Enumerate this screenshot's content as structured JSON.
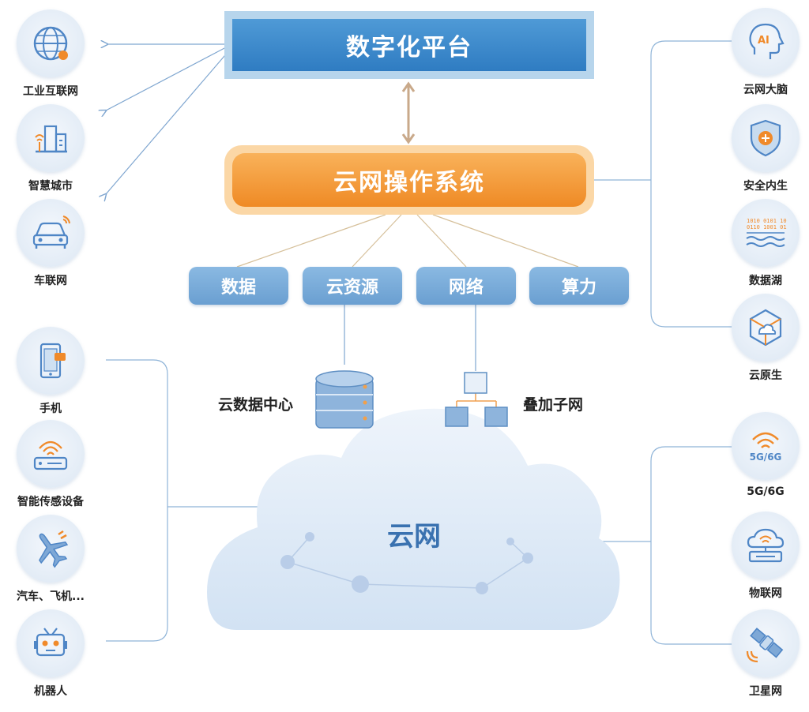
{
  "platform": {
    "title": "数字化平台"
  },
  "os": {
    "title": "云网操作系统"
  },
  "resources": [
    "数据",
    "云资源",
    "网络",
    "算力"
  ],
  "center": {
    "datacenter_label": "云数据中心",
    "overlay_label": "叠加子网",
    "cloud_label": "云网"
  },
  "left_top_nodes": [
    {
      "label": "工业互联网",
      "icon": "globe-icon"
    },
    {
      "label": "智慧城市",
      "icon": "city-icon"
    },
    {
      "label": "车联网",
      "icon": "car-icon"
    }
  ],
  "left_bottom_nodes": [
    {
      "label": "手机",
      "icon": "phone-icon"
    },
    {
      "label": "智能传感设备",
      "icon": "router-icon"
    },
    {
      "label": "汽车、飞机...",
      "icon": "airplane-icon"
    },
    {
      "label": "机器人",
      "icon": "robot-icon"
    }
  ],
  "right_top_nodes": [
    {
      "label": "云网大脑",
      "icon": "ai-head-icon",
      "badge": "AI"
    },
    {
      "label": "安全内生",
      "icon": "shield-icon"
    },
    {
      "label": "数据湖",
      "icon": "data-lake-icon"
    },
    {
      "label": "云原生",
      "icon": "cloud-native-icon"
    }
  ],
  "right_bottom_nodes": [
    {
      "label": "5G/6G",
      "icon": "wifi-5g-icon",
      "badge": "5G/6G"
    },
    {
      "label": "物联网",
      "icon": "iot-icon"
    },
    {
      "label": "卫星网",
      "icon": "satellite-icon"
    }
  ],
  "colors": {
    "platform_blue": "#2f7cc2",
    "os_orange": "#ef8a25",
    "pill_blue": "#6a9fd1",
    "line_blue": "#8fb4d8",
    "accent_orange": "#f08a2a",
    "icon_blue": "#4f86c6"
  }
}
